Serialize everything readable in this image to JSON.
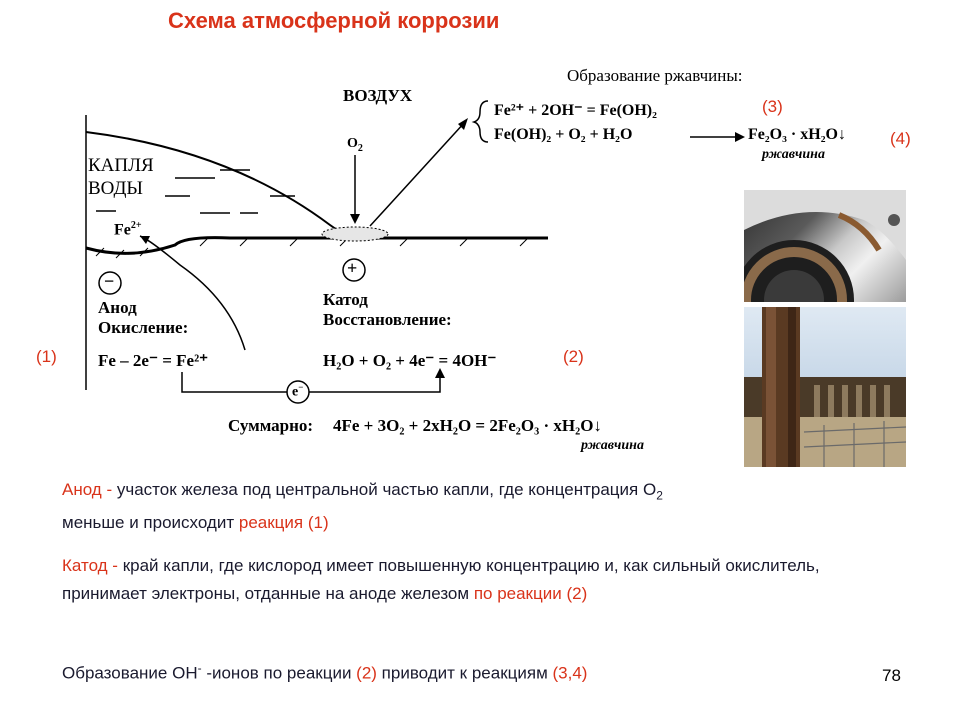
{
  "slide": {
    "title": "Схема атмосферной коррозии",
    "page_number": "78"
  },
  "diagram": {
    "air_label": "ВОЗДУХ",
    "o2_label": "O",
    "o2_sub": "2",
    "drop_label_line1": "КАПЛЯ",
    "drop_label_line2": "ВОДЫ",
    "fe_ion": "Fe",
    "fe_ion_charge": "2+",
    "anode_sign": "−",
    "cathode_sign": "+",
    "anode_title": "Анод",
    "anode_subtitle": "Окисление:",
    "anode_reaction": "Fe – 2e⁻ = Fe²⁺",
    "cathode_title": "Катод",
    "cathode_subtitle": "Восстановление:",
    "cathode_reaction": "H₂O + O₂ + 4e⁻ = 4OH⁻",
    "electron_label": "e",
    "electron_charge": "−",
    "rust_formation_title": "Образование ржавчины:",
    "rust_reaction_1": "Fe²⁺ + 2OH⁻ = Fe(OH)₂",
    "rust_reaction_2": "Fe(OH)₂ + O₂ + H₂O",
    "rust_product": "Fe₂O₃ · xH₂O↓",
    "rust_product_label": "ржавчина",
    "summary_label": "Суммарно:",
    "summary_reaction": "4Fe + 3O₂ + 2xH₂O = 2Fe₂O₃ · xH₂O↓",
    "summary_product_label": "ржавчина",
    "marker_1": "(1)",
    "marker_2": "(2)",
    "marker_3": "(3)",
    "marker_4": "(4)"
  },
  "text": {
    "anode_term": "Анод - ",
    "anode_desc_a": " участок железа под центральной частью капли, где концентрация О",
    "anode_desc_sub": "2",
    "anode_desc_b": "меньше и происходит ",
    "anode_desc_red": "реакция (1)",
    "cathode_term": "Катод - ",
    "cathode_desc_a": "край капли, где кислород имеет повышенную концентрацию и, как сильный окислитель, принимает электроны, отданные на аноде железом ",
    "cathode_desc_red1": "по реакции (2)",
    "oh_a": "Образование ОН",
    "oh_sup": "-",
    "oh_b": " -ионов по реакции ",
    "oh_red1": "(2)",
    "oh_c": " приводит к реакциям ",
    "oh_red2": "(3,4)"
  },
  "colors": {
    "accent_red": "#d9331a",
    "text_dark": "#1a1a2e"
  }
}
